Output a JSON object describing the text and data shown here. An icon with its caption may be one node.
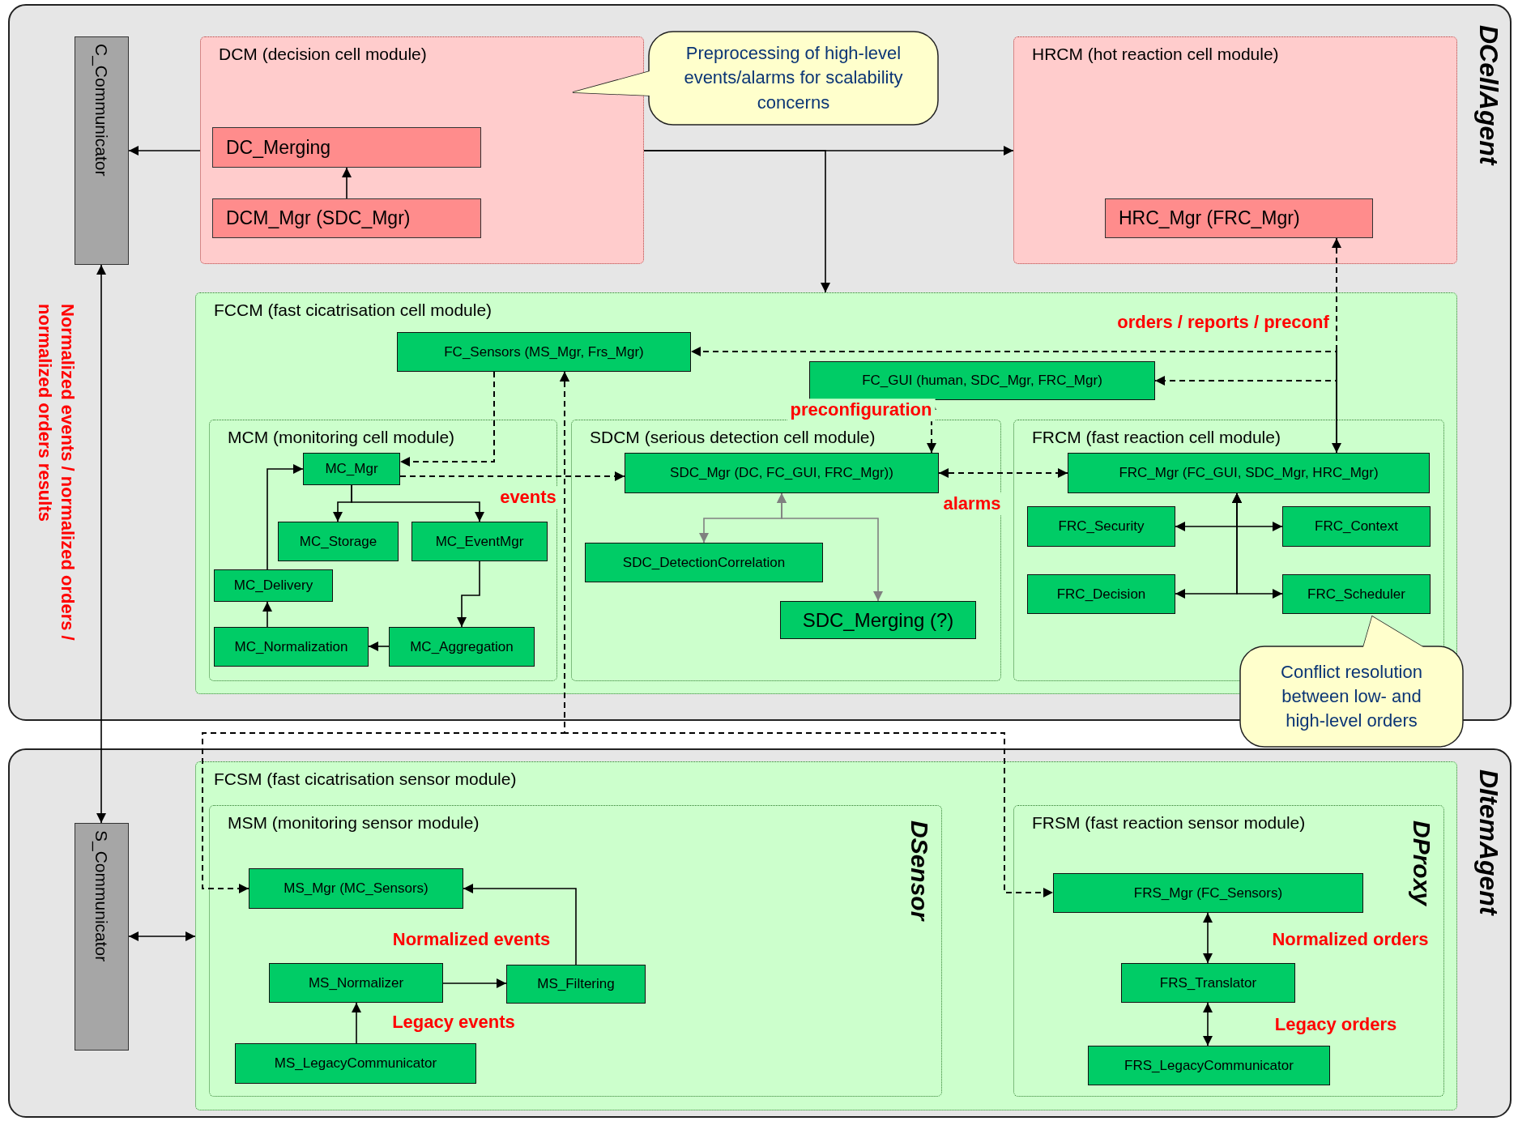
{
  "diagram": {
    "nodes": [
      {
        "text": [
          "DCellAgent"
        ]
      },
      {
        "text": [
          "DCM (decision cell module)"
        ],
        "in": 0
      },
      {
        "text": [
          "DC_Merging"
        ],
        "in": 1
      },
      {
        "text": [
          "DCM_Mgr (SDC_Mgr)"
        ],
        "in": 1
      },
      {
        "text": [
          "Preprocessing of high-level events/alarms for scalability concerns"
        ],
        "in": 0
      },
      {
        "text": [
          "HRCM (hot reaction cell module)"
        ],
        "in": 0
      },
      {
        "text": [
          "HRC_Mgr (FRC_Mgr)"
        ],
        "in": 5
      },
      {
        "text": [
          "C_Communicator"
        ],
        "in": 0
      },
      {
        "text": [
          "FCCM (fast cicatrisation cell module)"
        ],
        "in": 0
      },
      {
        "text": [
          "FC_Sensors (MS_Mgr, Frs_Mgr)"
        ],
        "in": 8
      },
      {
        "text": [
          "FC_GUI (human, SDC_Mgr, FRC_Mgr)"
        ],
        "in": 8
      },
      {
        "text": [
          "MCM (monitoring cell module)"
        ],
        "in": 8
      },
      {
        "text": [
          "MC_Mgr"
        ],
        "in": 11
      },
      {
        "text": [
          "MC_Storage"
        ],
        "in": 11
      },
      {
        "text": [
          "MC_EventMgr"
        ],
        "in": 11
      },
      {
        "text": [
          "MC_Delivery"
        ],
        "in": 11
      },
      {
        "text": [
          "MC_Normalization"
        ],
        "in": 11
      },
      {
        "text": [
          "MC_Aggregation"
        ],
        "in": 11
      },
      {
        "text": [
          "SDCM (serious detection cell module)"
        ],
        "in": 8
      },
      {
        "text": [
          "SDC_Mgr (DC, FC_GUI, FRC_Mgr))"
        ],
        "in": 18
      },
      {
        "text": [
          "SDC_DetectionCorrelation"
        ],
        "in": 18
      },
      {
        "text": [
          "SDC_Merging (?)"
        ],
        "in": 18
      },
      {
        "text": [
          "FRCM (fast reaction cell module)"
        ],
        "in": 8
      },
      {
        "text": [
          "FRC_Mgr (FC_GUI, SDC_Mgr, HRC_Mgr)"
        ],
        "in": 22
      },
      {
        "text": [
          "FRC_Security"
        ],
        "in": 22
      },
      {
        "text": [
          "FRC_Context"
        ],
        "in": 22
      },
      {
        "text": [
          "FRC_Decision"
        ],
        "in": 22
      },
      {
        "text": [
          "FRC_Scheduler"
        ],
        "in": 22
      },
      {
        "text": [
          "Conflict resolution between low- and high-level orders"
        ]
      },
      {
        "text": [
          "DItemAgent"
        ]
      },
      {
        "text": [
          "S_Communicator"
        ],
        "in": 29
      },
      {
        "text": [
          "FCSM (fast cicatrisation sensor module)"
        ],
        "in": 29
      },
      {
        "text": [
          "MSM (monitoring sensor module)",
          "DSensor"
        ],
        "in": 31
      },
      {
        "text": [
          "MS_Mgr (MC_Sensors)"
        ],
        "in": 32
      },
      {
        "text": [
          "MS_Normalizer"
        ],
        "in": 32
      },
      {
        "text": [
          "MS_Filtering"
        ],
        "in": 32
      },
      {
        "text": [
          "MS_LegacyCommunicator"
        ],
        "in": 32
      },
      {
        "text": [
          "FRSM (fast reaction sensor module)",
          "DProxy"
        ],
        "in": 31
      },
      {
        "text": [
          "FRS_Mgr (FC_Sensors)"
        ],
        "in": 37
      },
      {
        "text": [
          "FRS_Translator"
        ],
        "in": 37
      },
      {
        "text": [
          "FRS_LegacyCommunicator"
        ],
        "in": 37
      }
    ],
    "edges": [
      {
        "from": 1,
        "to": 7,
        "arrow": "to"
      },
      {
        "from": 3,
        "to": 2,
        "arrow": "to"
      },
      {
        "from": 1,
        "to": 5,
        "arrow": "to"
      },
      {
        "from": 1,
        "to": 8,
        "arrow": "to"
      },
      {
        "from": 7,
        "to": 30,
        "arrow": "both",
        "label": "Normalized events / normalized orders / normalized orders results"
      },
      {
        "from": 30,
        "to": 31,
        "arrow": "both"
      },
      {
        "from": 9,
        "to": 12,
        "arrow": "to",
        "style": "dashed"
      },
      {
        "from": 12,
        "to": 19,
        "arrow": "to",
        "style": "dashed",
        "label": "events"
      },
      {
        "from": 12,
        "to": 13,
        "arrow": "to"
      },
      {
        "from": 12,
        "to": 14,
        "arrow": "to"
      },
      {
        "from": 14,
        "to": 17,
        "arrow": "to"
      },
      {
        "from": 17,
        "to": 16,
        "arrow": "to"
      },
      {
        "from": 16,
        "to": 15,
        "arrow": "to"
      },
      {
        "from": 15,
        "to": 12,
        "arrow": "to"
      },
      {
        "from": 9,
        "to": 33,
        "arrow": "both",
        "style": "dashed"
      },
      {
        "from": 9,
        "to": 38,
        "arrow": "both",
        "style": "dashed"
      },
      {
        "from": 6,
        "to": 23,
        "arrow": "both",
        "style": "dashed",
        "label": "orders / reports / preconf"
      },
      {
        "from": 23,
        "to": 9,
        "arrow": "to",
        "style": "dashed"
      },
      {
        "from": 23,
        "to": 10,
        "arrow": "to",
        "style": "dashed"
      },
      {
        "from": 10,
        "to": 19,
        "arrow": "both",
        "style": "dashed",
        "label": "preconfiguration"
      },
      {
        "from": 19,
        "to": 20,
        "arrow": "both",
        "color": "#808080"
      },
      {
        "from": 19,
        "to": 21,
        "arrow": "both",
        "color": "#808080"
      },
      {
        "from": 19,
        "to": 23,
        "arrow": "both",
        "style": "dashed",
        "label": "alarms"
      },
      {
        "from": 23,
        "to": 24,
        "arrow": "both"
      },
      {
        "from": 23,
        "to": 25,
        "arrow": "both"
      },
      {
        "from": 23,
        "to": 26,
        "arrow": "both"
      },
      {
        "from": 23,
        "to": 27,
        "arrow": "both"
      },
      {
        "from": 35,
        "to": 33,
        "arrow": "to",
        "label": "Normalized events"
      },
      {
        "from": 34,
        "to": 35,
        "arrow": "to"
      },
      {
        "from": 36,
        "to": 34,
        "arrow": "to",
        "label": "Legacy events"
      },
      {
        "from": 38,
        "to": 39,
        "arrow": "both",
        "label": "Normalized orders"
      },
      {
        "from": 39,
        "to": 40,
        "arrow": "both",
        "label": "Legacy orders"
      }
    ]
  }
}
